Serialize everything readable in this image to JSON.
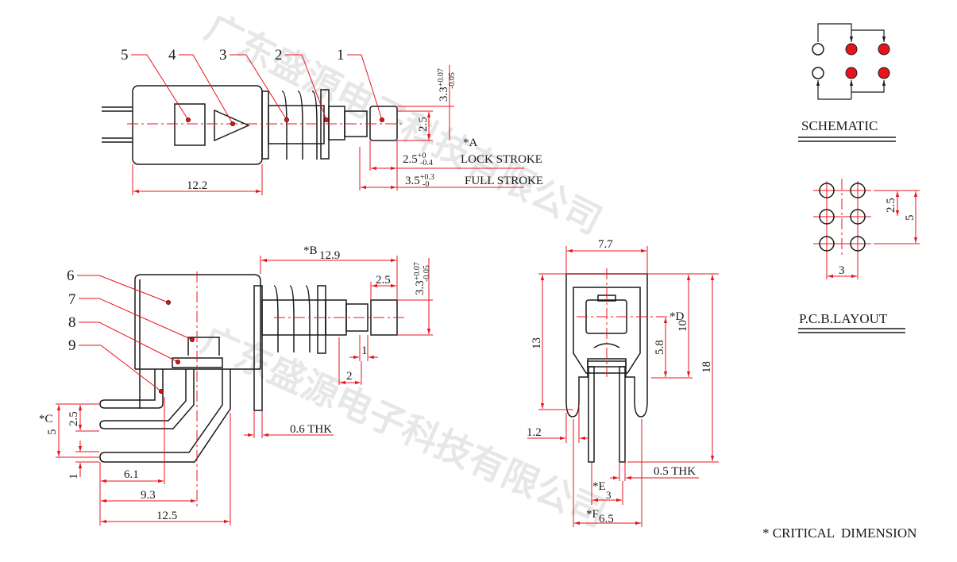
{
  "watermark": "广东盛源电子科技有限公司",
  "colors": {
    "dimension": "#e8141c",
    "outline": "#1a1a1a",
    "contact_on": "#e8141c"
  },
  "top_view": {
    "callouts": [
      "5",
      "4",
      "3",
      "2",
      "1"
    ],
    "body_length": "12.2",
    "button_dia": "2.5",
    "height": {
      "base": "3.3",
      "plus": "+0.07",
      "minus": "-0.05"
    },
    "critical_a": "*A",
    "lock_stroke": {
      "base": "2.5",
      "plus": "+0",
      "minus": "-0.4",
      "label": "LOCK STROKE"
    },
    "full_stroke": {
      "base": "3.5",
      "plus": "+0.3",
      "minus": "-0",
      "label": "FULL STROKE"
    }
  },
  "side_view": {
    "callouts": [
      "6",
      "7",
      "8",
      "9"
    ],
    "critical_b": "*B",
    "overall": "12.9",
    "button_len": "2.5",
    "height": {
      "base": "3.3",
      "plus": "+0.07",
      "minus": "-0.05"
    },
    "collar": "1",
    "shaft": "2",
    "thickness": "0.6 THK",
    "critical_c": "*C",
    "pin_span": "5",
    "pin_pitch": "2.5",
    "pin_offset": "1",
    "d1": "6.1",
    "d2": "9.3",
    "d3": "12.5"
  },
  "front_view": {
    "width": "7.7",
    "height_13": "13",
    "critical_d": "*D",
    "height_10": "10",
    "height_18": "18",
    "center": "5.8",
    "tab": "1.2",
    "thickness": "0.5 THK",
    "critical_e": "*E",
    "pitch_e": "3",
    "critical_f": "*F",
    "span_f": "6.5"
  },
  "schematic": {
    "title": "SCHEMATIC"
  },
  "pcb_layout": {
    "title": "P.C.B.LAYOUT",
    "pitch_v": "2.5",
    "span_v": "5",
    "pitch_h": "3"
  },
  "note": "* CRITICAL  DIMENSION"
}
